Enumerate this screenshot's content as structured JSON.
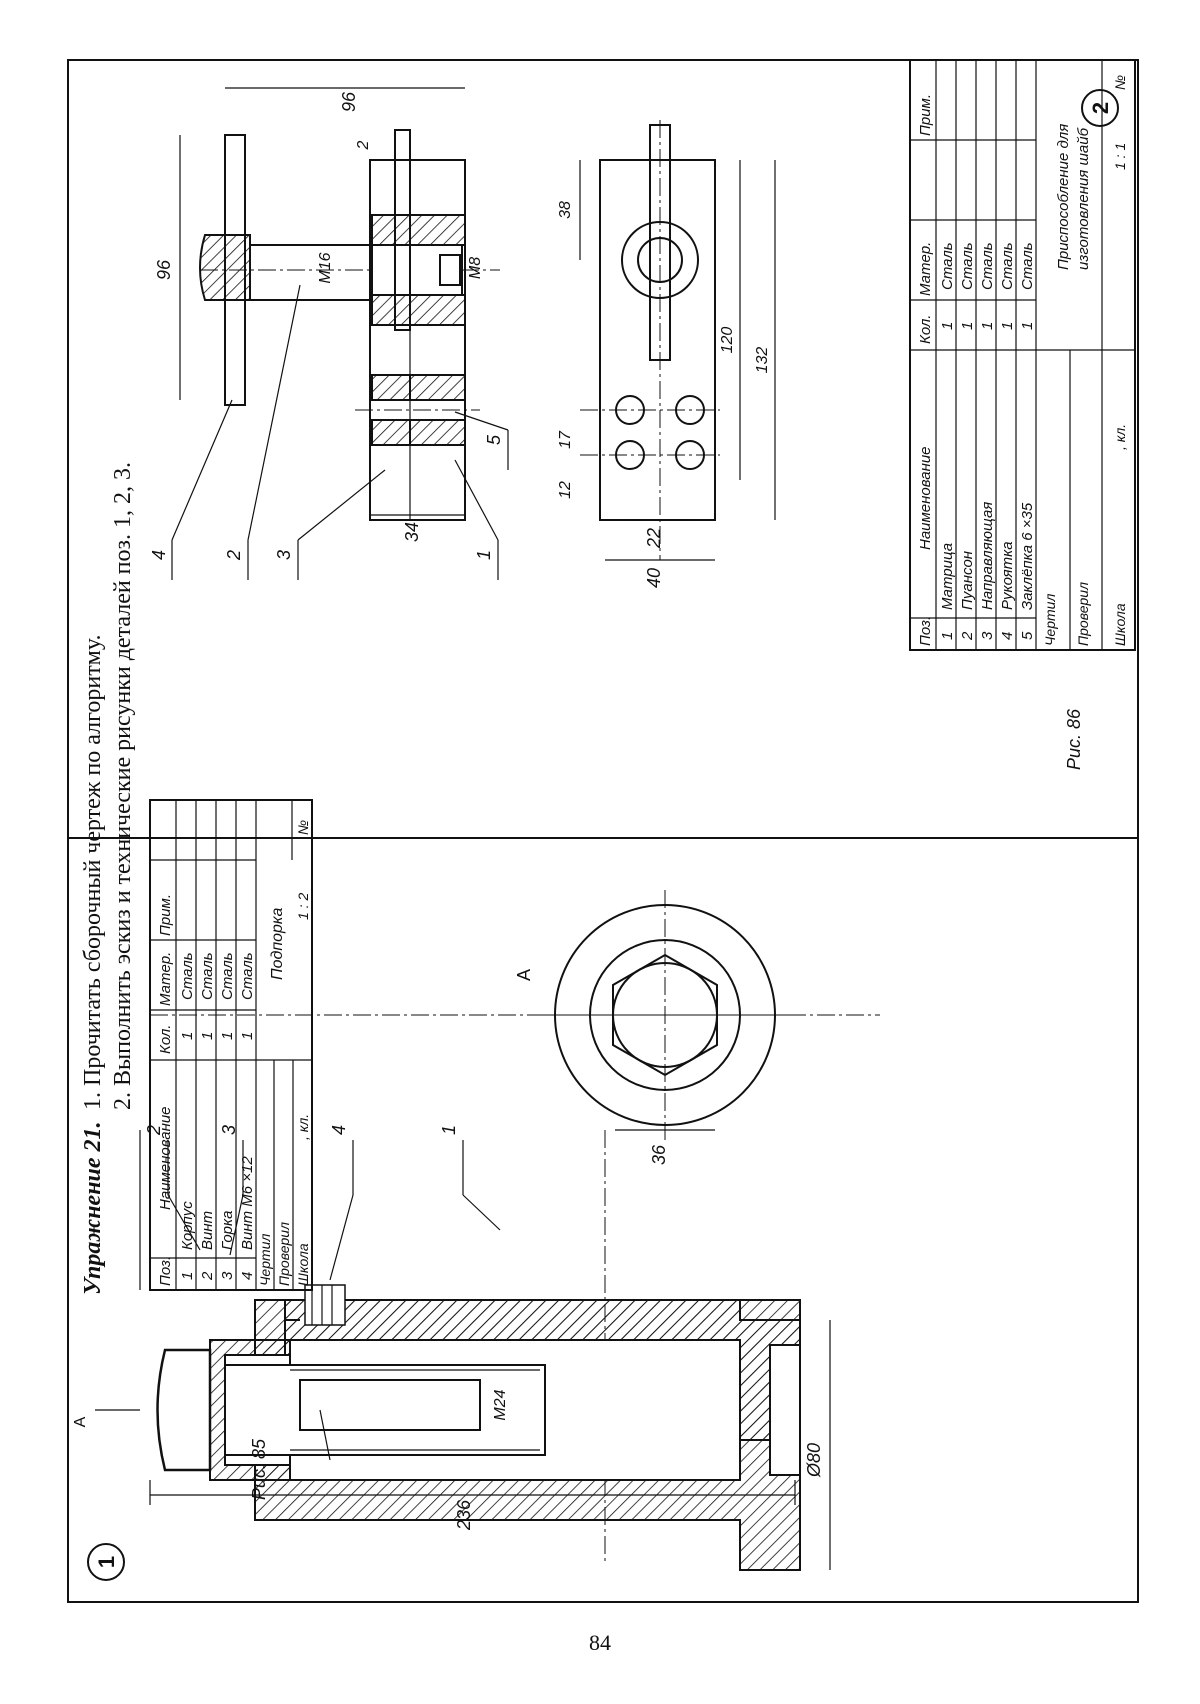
{
  "exercise": {
    "title": "Упражнение 21.",
    "task1": "1. Прочитать сборочный чертеж по алгоритму.",
    "task2": "2. Выполнить эскиз и технические рисунки деталей поз. 1, 2, 3."
  },
  "page_number": "84",
  "sheet1": {
    "circle_number": "1",
    "figure_caption": "Рис. 85",
    "view_label": "A",
    "arrow_label": "A",
    "dimensions": {
      "overall_length": "236",
      "diameter": "Ø80",
      "thread": "M24",
      "hex_size": "36"
    },
    "leaders": [
      "2",
      "3",
      "4",
      "1"
    ],
    "table": {
      "headers": [
        "Поз.",
        "Наименование",
        "Кол.",
        "Матер.",
        "Прим."
      ],
      "rows": [
        {
          "pos": "1",
          "name": "Корпус",
          "qty": "1",
          "mat": "Сталь"
        },
        {
          "pos": "2",
          "name": "Винт",
          "qty": "1",
          "mat": "Сталь"
        },
        {
          "pos": "3",
          "name": "Горка",
          "qty": "1",
          "mat": "Сталь"
        },
        {
          "pos": "4",
          "name": "Винт М6 ×12",
          "qty": "1",
          "mat": "Сталь"
        }
      ],
      "stamp": {
        "drew": "Чертил",
        "checked": "Проверил",
        "school": "Школа",
        "class": ", кл.",
        "title": "Подпорка",
        "scale": "1 : 2",
        "number": "№"
      }
    }
  },
  "sheet2": {
    "circle_number": "2",
    "figure_caption": "Рис. 86",
    "dimensions": {
      "plate_length": "96",
      "plate_width": "96",
      "gap": "2",
      "bore": "M16",
      "screw": "M8",
      "height": "34",
      "width_outer": "40",
      "width_inner": "22",
      "hole_offset_1": "12",
      "hole_offset_2": "17",
      "hole_pitch": "38",
      "len_inner": "120",
      "len_outer": "132"
    },
    "leaders": [
      "4",
      "2",
      "3",
      "1",
      "5"
    ],
    "table": {
      "headers": [
        "Поз.",
        "Наименование",
        "Кол.",
        "Матер.",
        "Прим."
      ],
      "rows": [
        {
          "pos": "1",
          "name": "Матрица",
          "qty": "1",
          "mat": "Сталь"
        },
        {
          "pos": "2",
          "name": "Пуансон",
          "qty": "1",
          "mat": "Сталь"
        },
        {
          "pos": "3",
          "name": "Направляющая",
          "qty": "1",
          "mat": "Сталь"
        },
        {
          "pos": "4",
          "name": "Рукоятка",
          "qty": "1",
          "mat": "Сталь"
        },
        {
          "pos": "5",
          "name": "Заклёпка 6 ×35",
          "qty": "1",
          "mat": "Сталь"
        }
      ],
      "stamp": {
        "drew": "Чертил",
        "checked": "Проверил",
        "school": "Школа",
        "class": ", кл.",
        "title_line1": "Приспособление для",
        "title_line2": "изготовления шайб",
        "scale": "1 : 1",
        "number": "№"
      }
    }
  }
}
